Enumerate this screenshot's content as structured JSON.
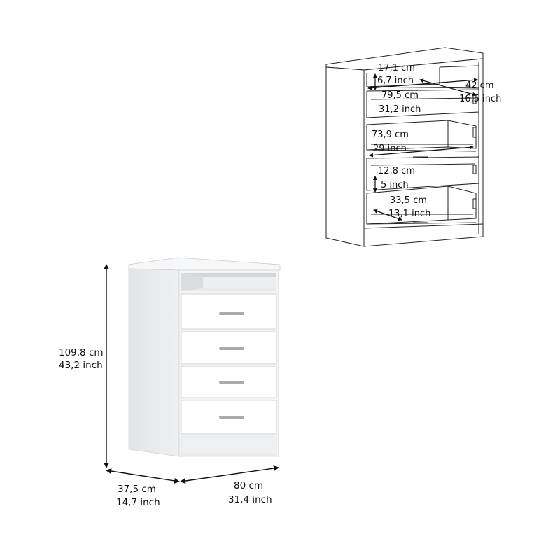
{
  "colors": {
    "panel_white": "#ffffff",
    "panel_side": "#e9eaec",
    "panel_shade": "#d7d9dc",
    "outline": "#222222",
    "handle": "#a8aaad"
  },
  "photo_dimensions": {
    "height_cm": "109,8 cm",
    "height_inch": "43,2 inch",
    "depth_cm": "37,5 cm",
    "depth_inch": "14,7 inch",
    "width_cm": "80 cm",
    "width_inch": "31,4 inch"
  },
  "drawing_dimensions": {
    "shelf_height_cm": "17,1 cm",
    "shelf_height_inch": "6,7 inch",
    "inner_depth_cm": "42 cm",
    "inner_depth_inch": "16,5 inch",
    "shelf_width_cm": "79,5 cm",
    "shelf_width_inch": "31,2 inch",
    "drawer_width_cm": "73,9 cm",
    "drawer_width_inch": "29 inch",
    "drawer_height_cm": "12,8 cm",
    "drawer_height_inch": "5 inch",
    "drawer_depth_cm": "33,5 cm",
    "drawer_depth_inch": "13,1 inch"
  }
}
